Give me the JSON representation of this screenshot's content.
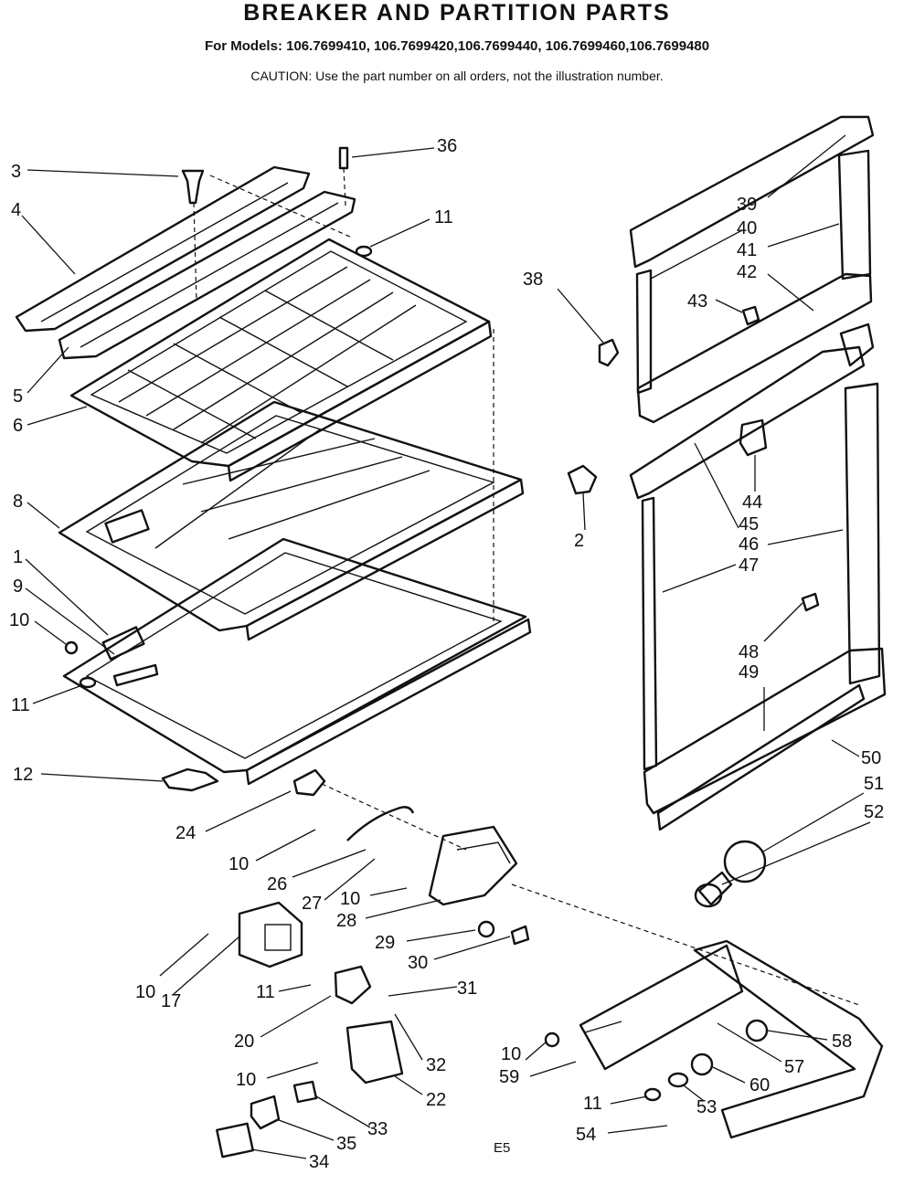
{
  "header": {
    "title": "BREAKER AND PARTITION PARTS",
    "models": "For Models: 106.7699410, 106.7699420,106.7699440, 106.7699460,106.7699480",
    "caution": "CAUTION: Use the part number on all orders, not the illustration number."
  },
  "footer": {
    "code": "E5"
  },
  "callouts": {
    "c3": "3",
    "c36": "36",
    "c4": "4",
    "c11a": "11",
    "c5": "5",
    "c6": "6",
    "c8": "8",
    "c1": "1",
    "c9": "9",
    "c10a": "10",
    "c11b": "11",
    "c12": "12",
    "c38": "38",
    "c39": "39",
    "c40": "40",
    "c41": "41",
    "c42": "42",
    "c43": "43",
    "c2": "2",
    "c44": "44",
    "c45": "45",
    "c46": "46",
    "c47": "47",
    "c48": "48",
    "c49": "49",
    "c50": "50",
    "c51": "51",
    "c52": "52",
    "c24": "24",
    "c10b": "10",
    "c26": "26",
    "c27": "27",
    "c10c": "10",
    "c28": "28",
    "c29": "29",
    "c30": "30",
    "c31": "31",
    "c10d": "10",
    "c17": "17",
    "c11c": "11",
    "c20": "20",
    "c32": "32",
    "c10e": "10",
    "c22": "22",
    "c33": "33",
    "c35": "35",
    "c34": "34",
    "c10f": "10",
    "c59": "59",
    "c11d": "11",
    "c53": "53",
    "c54": "54",
    "c58": "58",
    "c57": "57",
    "c60": "60"
  }
}
